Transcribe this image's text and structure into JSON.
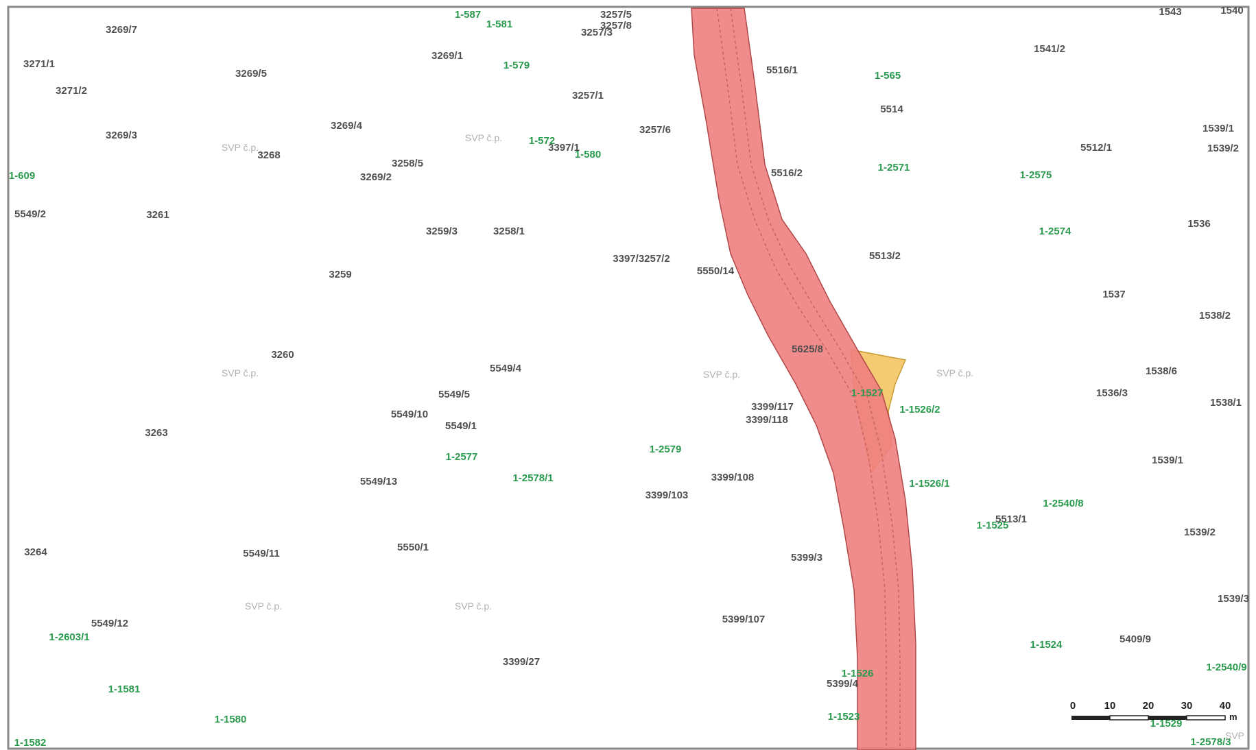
{
  "colors": {
    "parcel_line": "#555555",
    "parcel_label": "#505050",
    "cadastre_green": "#2db36c",
    "green_label": "#2a9a4e",
    "route_fill": "#ef8080",
    "route_edge": "#b04848",
    "highlight_fill": "#f2c25a",
    "frame": "#8a8a8a"
  },
  "parcel_labels": [
    "3269/7",
    "3271/1",
    "3269/5",
    "3269/1",
    "3271/2",
    "3269/4",
    "3269/3",
    "3268",
    "3269/2",
    "3258/5",
    "3261",
    "3259/3",
    "3258/1",
    "3259",
    "3260",
    "3263",
    "3264",
    "5549/2",
    "5549/4",
    "5549/5",
    "5549/10",
    "5549/1",
    "5549/13",
    "5549/11",
    "5550/1",
    "5549/12",
    "3399/27",
    "3397/1",
    "3257/1",
    "3257/6",
    "3397/3257/2",
    "5550/14",
    "5625/8",
    "3399/117",
    "3399/118",
    "3399/108",
    "3399/103",
    "5399/3",
    "5399/107",
    "5514",
    "1541/2",
    "5516/1",
    "5516/2",
    "5512/1",
    "5513/2",
    "1543",
    "1540",
    "1539/1",
    "1539/2",
    "1536",
    "1537",
    "1536/3",
    "1538/2",
    "1538/1",
    "1539/1",
    "1539/2",
    "5513/1",
    "5409/9",
    "1539/3",
    "1538/6",
    "3257/5",
    "3257/3",
    "3257/8",
    "5399/4"
  ],
  "green_labels": [
    "1-587",
    "1-581",
    "1-579",
    "1-609",
    "1-572",
    "1-580",
    "1-565",
    "1-2571",
    "1-2575",
    "1-2574",
    "1-2577",
    "1-2578/1",
    "1-2579",
    "1-1526/2",
    "1-1526/1",
    "1-1525",
    "1-2540/8",
    "1-1524",
    "1-2540/9",
    "1-2603/1",
    "1-1581",
    "1-1580",
    "1-1582",
    "1-1527",
    "1-2578/3",
    "1-1526",
    "1-1523",
    "1-1529"
  ],
  "svp_labels": [
    "SVP č.p.",
    "SVP č.p.",
    "SVP č.p.",
    "SVP č.p.",
    "SVP č.p.",
    "SVP č.p.",
    "SVP č.p.",
    "SVP"
  ],
  "scale_bar": {
    "ticks": [
      "0",
      "10",
      "20",
      "30",
      "40"
    ],
    "unit": "m"
  }
}
